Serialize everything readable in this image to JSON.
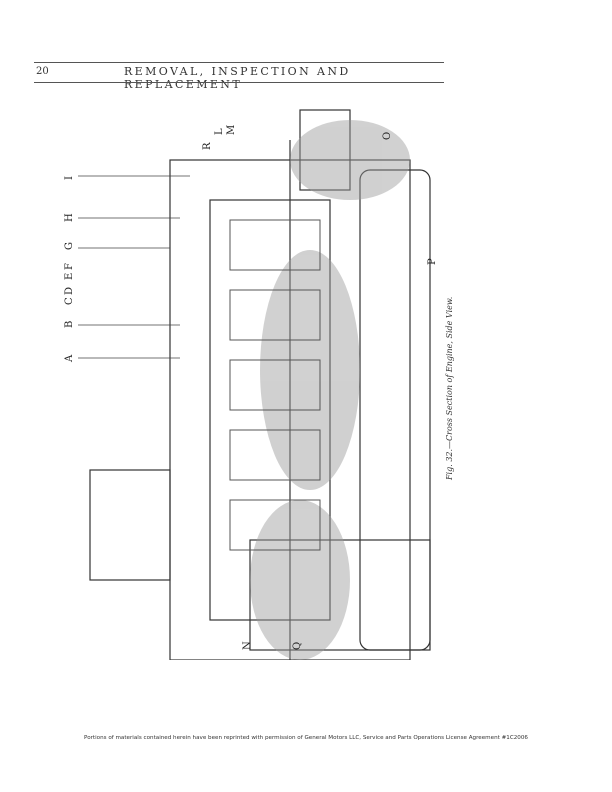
{
  "header": {
    "page_number": "20",
    "running_head": "REMOVAL, INSPECTION AND REPLACEMENT"
  },
  "figure": {
    "caption": "Fig. 32.—Cross Section of Engine, Side View.",
    "top_labels": [
      "A",
      "B",
      "C",
      "D",
      "E",
      "F",
      "G",
      "H",
      "I",
      "R",
      "L",
      "M"
    ],
    "side_labels": [
      "O",
      "P",
      "N",
      "Q"
    ]
  },
  "footer": {
    "notice": "Portions of materials contained herein have been reprinted with permission of General Motors LLC, Service and Parts Operations License Agreement #1C2006"
  }
}
